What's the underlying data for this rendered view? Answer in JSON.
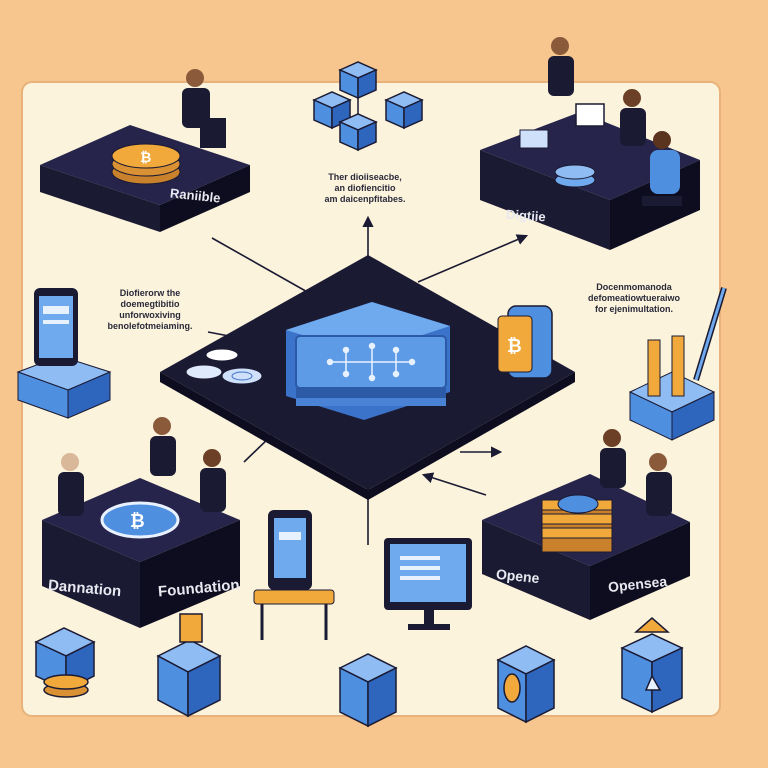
{
  "platforms": {
    "rarible": "Raniible",
    "digital": "Digtiie",
    "foundation_left": "Dannation",
    "foundation_right": "Foundation",
    "opensea_left": "Opene",
    "opensea_right": "Opensea"
  },
  "notes": {
    "top": [
      "Ther dioiiseacbe,",
      "an diofiencitio",
      "am daicenpfitabes."
    ],
    "left": [
      "Diofierorw the",
      "doemegtibitio",
      "unforwoxiving",
      "benolefotmeiaming."
    ],
    "right": [
      "Docenmomanoda",
      "defomeatiowtueraiwo",
      "for ejenimultation."
    ]
  },
  "colors": {
    "background": "#f6c68e",
    "panel": "#fbf3dc",
    "platform_dark": "#1b1a33",
    "accent_blue": "#4f8fe0",
    "coin_gold": "#f0a93a"
  }
}
